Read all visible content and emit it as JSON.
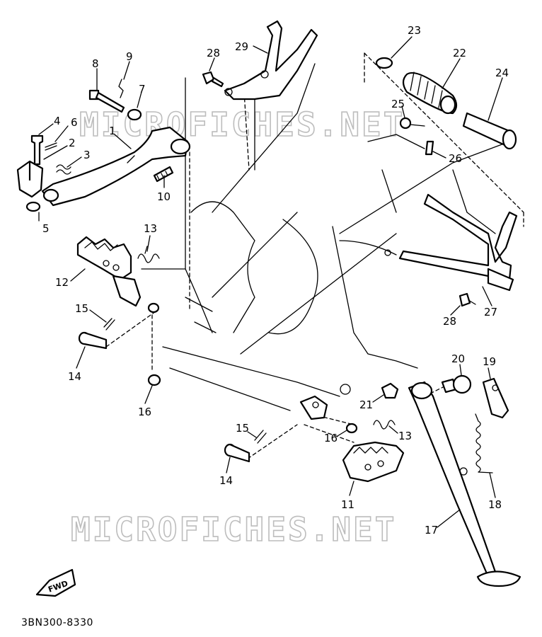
{
  "diagram": {
    "drawing_code": "3BN300-8330",
    "watermark": "MICROFICHES.NET",
    "direction_badge": "FWD",
    "callouts": [
      {
        "id": "c1",
        "text": "1"
      },
      {
        "id": "c2",
        "text": "2"
      },
      {
        "id": "c3",
        "text": "3"
      },
      {
        "id": "c4",
        "text": "4"
      },
      {
        "id": "c5",
        "text": "5"
      },
      {
        "id": "c6",
        "text": "6"
      },
      {
        "id": "c7",
        "text": "7"
      },
      {
        "id": "c8",
        "text": "8"
      },
      {
        "id": "c9",
        "text": "9"
      },
      {
        "id": "c10",
        "text": "10"
      },
      {
        "id": "c11",
        "text": "11"
      },
      {
        "id": "c12",
        "text": "12"
      },
      {
        "id": "c13a",
        "text": "13"
      },
      {
        "id": "c13b",
        "text": "13"
      },
      {
        "id": "c14a",
        "text": "14"
      },
      {
        "id": "c14b",
        "text": "14"
      },
      {
        "id": "c15a",
        "text": "15"
      },
      {
        "id": "c15b",
        "text": "15"
      },
      {
        "id": "c16a",
        "text": "16"
      },
      {
        "id": "c16b",
        "text": "16"
      },
      {
        "id": "c17",
        "text": "17"
      },
      {
        "id": "c18",
        "text": "18"
      },
      {
        "id": "c19",
        "text": "19"
      },
      {
        "id": "c20",
        "text": "20"
      },
      {
        "id": "c21",
        "text": "21"
      },
      {
        "id": "c22",
        "text": "22"
      },
      {
        "id": "c23",
        "text": "23"
      },
      {
        "id": "c24",
        "text": "24"
      },
      {
        "id": "c25",
        "text": "25"
      },
      {
        "id": "c26",
        "text": "26"
      },
      {
        "id": "c27",
        "text": "27"
      },
      {
        "id": "c28a",
        "text": "28"
      },
      {
        "id": "c28b",
        "text": "28"
      },
      {
        "id": "c29",
        "text": "29"
      }
    ]
  }
}
